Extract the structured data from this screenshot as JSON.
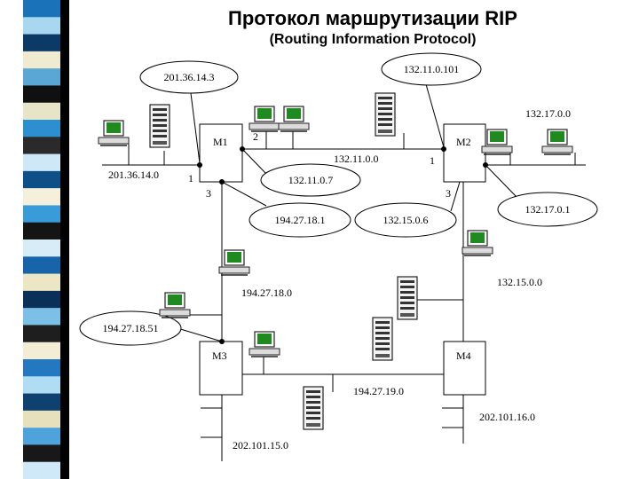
{
  "title": "Протокол маршрутизации RIP",
  "subtitle": "(Routing Information Protocol)",
  "colors": {
    "stripes": [
      "#1a73b8",
      "#a8d8f0",
      "#0b3a66",
      "#f0ead0",
      "#5aa7d6",
      "#101010",
      "#e8e4c8",
      "#2b8fd0",
      "#2a2a2a",
      "#cfe8f7",
      "#0d4f86",
      "#f4f0dc",
      "#3a9bd9",
      "#141414",
      "#d8ecf8",
      "#1864a8",
      "#ece6c4",
      "#0a3058",
      "#7cc0e8",
      "#1e1e1e",
      "#f2edd4",
      "#2478bf",
      "#b0dcf4",
      "#0e416f",
      "#e6e0bc",
      "#4fa3dc",
      "#181818",
      "#d0e9f8"
    ],
    "screen": "#1f8a1f"
  },
  "routers": [
    {
      "id": "m1",
      "label": "M1"
    },
    {
      "id": "m2",
      "label": "M2"
    },
    {
      "id": "m3",
      "label": "M3"
    },
    {
      "id": "m4",
      "label": "M4"
    }
  ],
  "networks": {
    "n201_36_14": "201.36.14.0",
    "n132_11": "132.11.0.0",
    "n132_17": "132.17.0.0",
    "n132_15": "132.15.0.0",
    "n194_27_18": "194.27.18.0",
    "n194_27_19": "194.27.19.0",
    "n202_101_16": "202.101.16.0",
    "n202_101_15": "202.101.15.0"
  },
  "addresses": {
    "a201_36_14_3": "201.36.14.3",
    "a132_11_0_101": "132.11.0.101",
    "a132_11_0_7": "132.11.0.7",
    "a194_27_18_1": "194.27.18.1",
    "a132_15_0_6": "132.15.0.6",
    "a132_17_0_1": "132.17.0.1",
    "a194_27_18_51": "194.27.18.51"
  },
  "ports": {
    "m1_p1": "1",
    "m1_p2": "2",
    "m1_p3": "3",
    "m2_p1": "1",
    "m2_p3": "3"
  }
}
